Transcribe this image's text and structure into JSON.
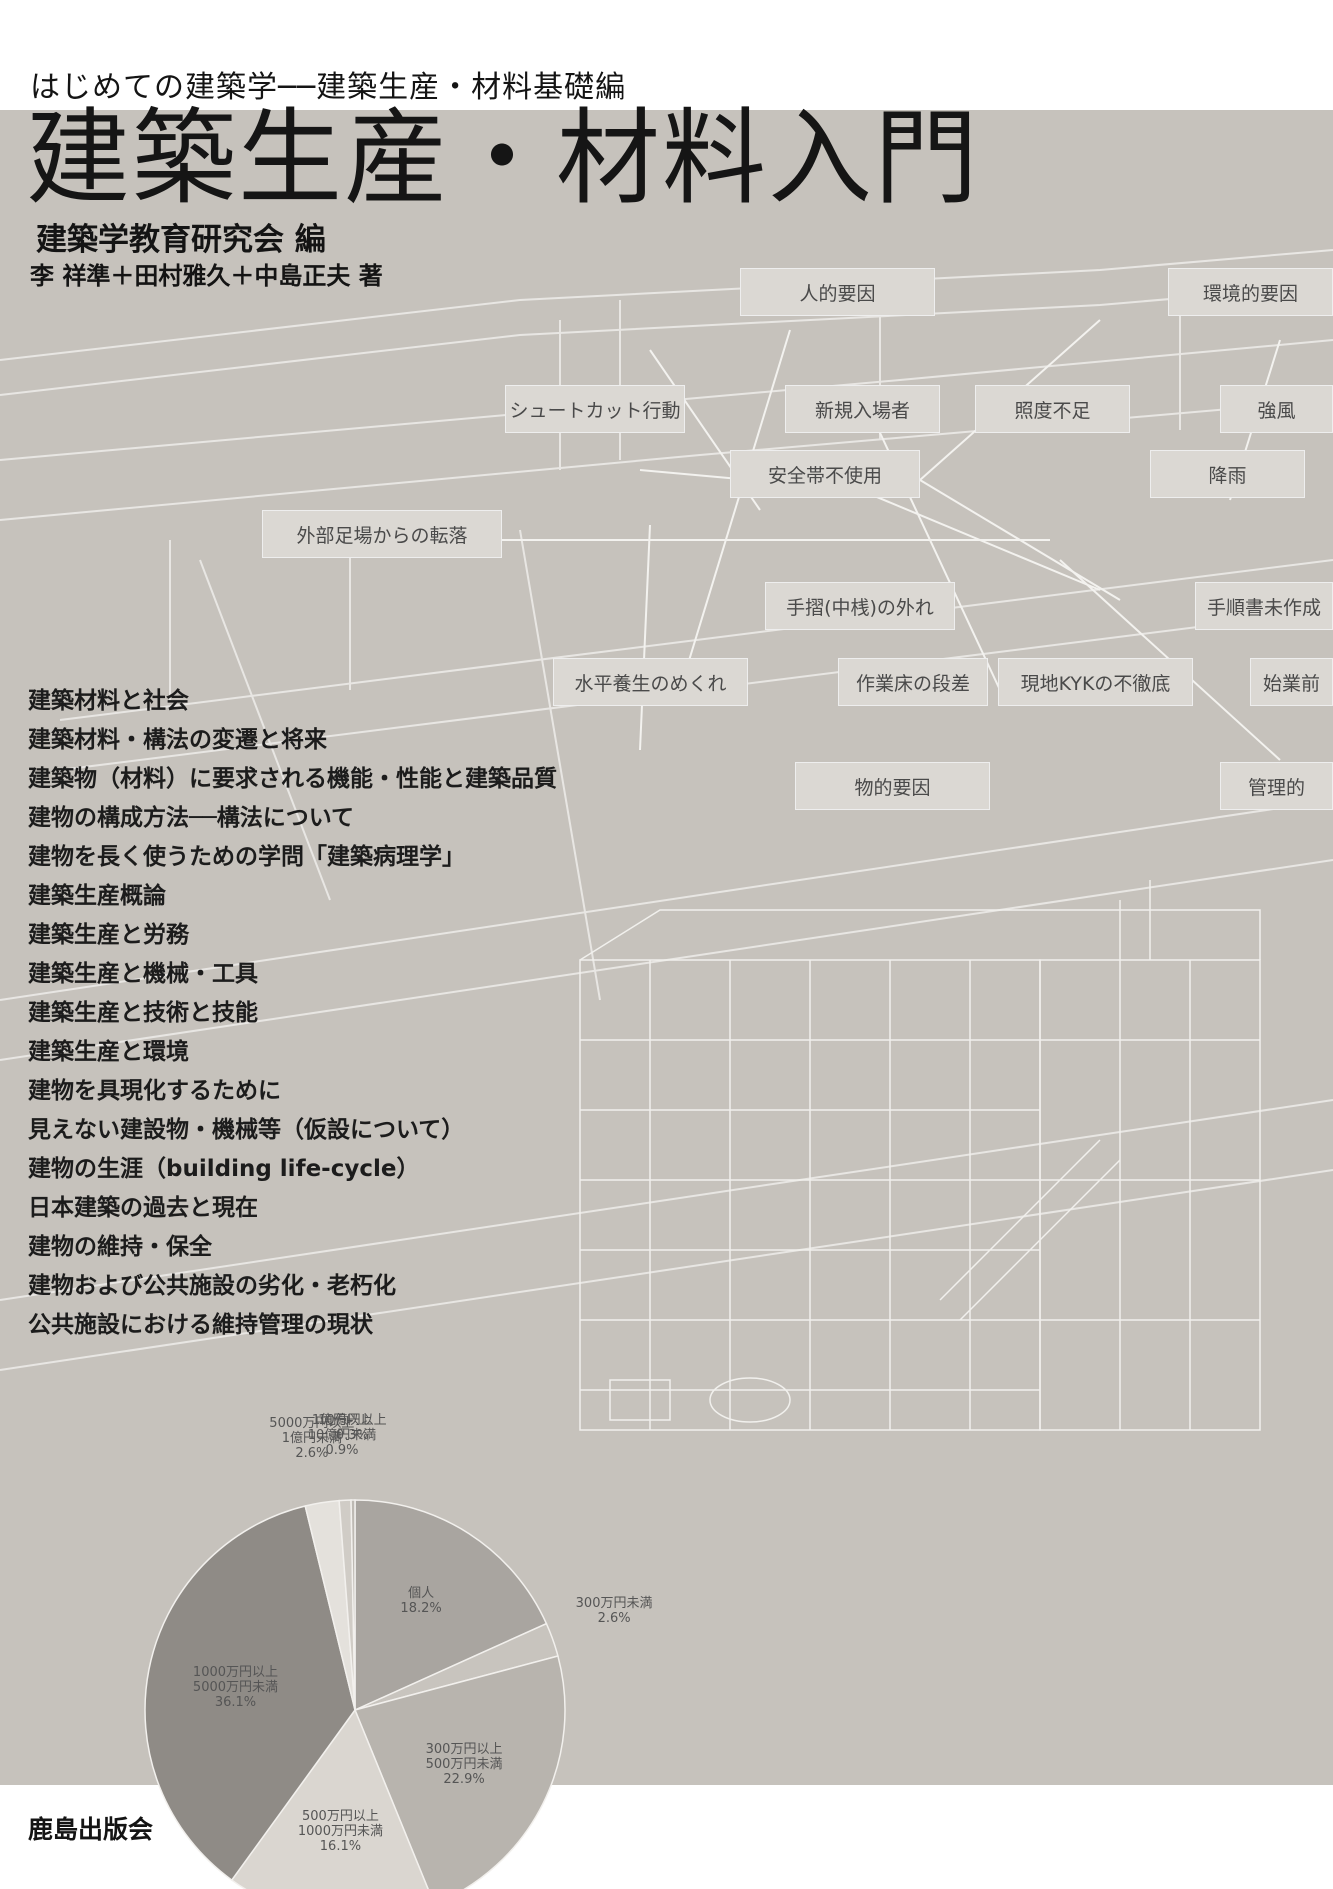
{
  "cover": {
    "series": "はじめての建築学──建築生産・材料基礎編",
    "title": "建築生産・材料入門",
    "editor": "建築学教育研究会 編",
    "authors": "李 祥準＋田村雅久＋中島正夫 著",
    "publisher": "鹿島出版会"
  },
  "diagram": {
    "categories": [
      "人的要因",
      "環境的要因",
      "物的要因",
      "管理的"
    ],
    "factors": [
      "シュートカット行動",
      "新規入場者",
      "照度不足",
      "強風",
      "安全帯不使用",
      "降雨",
      "外部足場からの転落",
      "手摺(中桟)の外れ",
      "手順書未作成",
      "水平養生のめくれ",
      "作業床の段差",
      "現地KYKの不徹底",
      "始業前"
    ]
  },
  "toc": [
    "建築材料と社会",
    "建築材料・構法の変遷と将来",
    "建築物（材料）に要求される機能・性能と建築品質",
    "建物の構成方法──構法について",
    "建物を長く使うための学問「建築病理学」",
    "建築生産概論",
    "建築生産と労務",
    "建築生産と機械・工具",
    "建築生産と技術と技能",
    "建築生産と環境",
    "建物を具現化するために",
    "見えない建設物・機械等（仮設について）",
    "建物の生涯（building life-cycle）",
    "日本建築の過去と現在",
    "建物の維持・保全",
    "建物および公共施設の劣化・老朽化",
    "公共施設における維持管理の現状"
  ],
  "chart_data": {
    "type": "pie",
    "slices": [
      {
        "label": "個人",
        "value": 18.2
      },
      {
        "label": "300万円未満",
        "value": 2.6
      },
      {
        "label": "300万円以上\n500万円未満",
        "value": 22.9
      },
      {
        "label": "500万円以上\n1000万円未満",
        "value": 16.1
      },
      {
        "label": "1000万円以上\n5000万円未満",
        "value": 36.1
      },
      {
        "label": "5000万円以上\n1億円未満",
        "value": 2.6
      },
      {
        "label": "1億円以上\n10億円未満",
        "value": 0.9
      },
      {
        "label": "10億円以上",
        "value": 0.3
      }
    ],
    "colors": [
      "#a9a5a0",
      "#c8c4be",
      "#b8b4ae",
      "#dad6d0",
      "#8f8b86",
      "#e4e1dc",
      "#d0ccc6",
      "#bdb9b3"
    ]
  }
}
